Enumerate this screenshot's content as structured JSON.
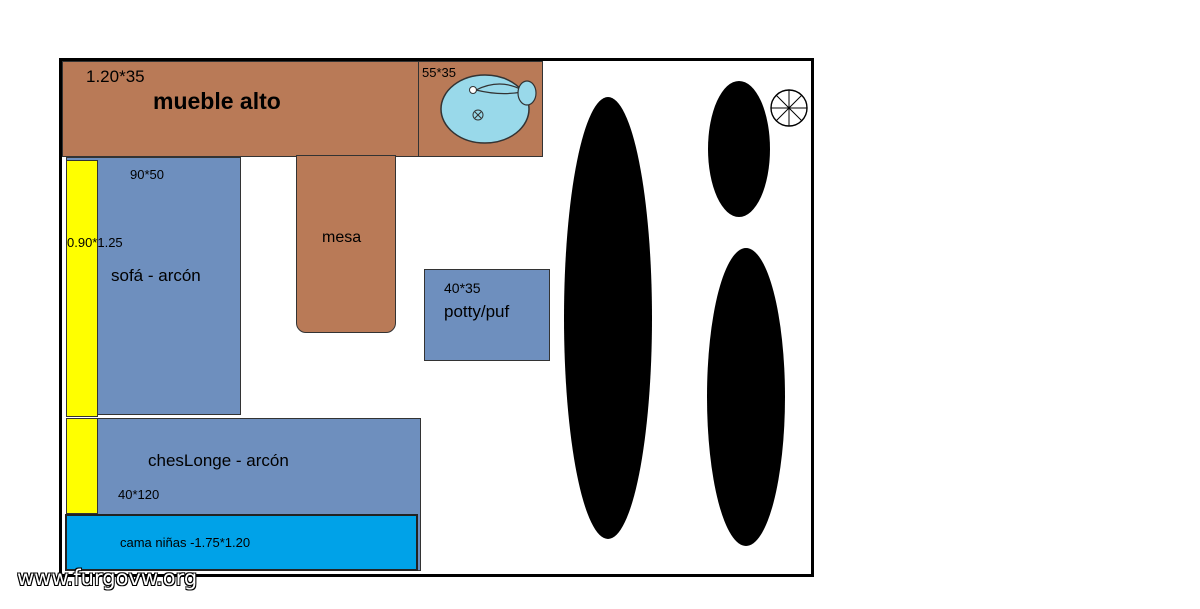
{
  "mueble_alto": {
    "dims": "1.20*35",
    "label": "mueble alto"
  },
  "fregadero": {
    "dims": "55*35"
  },
  "mesa": {
    "label": "mesa"
  },
  "sofa": {
    "dims": "90*50",
    "side_dims": "0.90*1.25",
    "label": "sofá - arcón"
  },
  "potty": {
    "dims": "40*35",
    "label": "potty/puf"
  },
  "cheslonge": {
    "label": "chesLonge - arcón",
    "dims": "40*120"
  },
  "cama": {
    "label": "cama niñas -1.75*1.20"
  },
  "watermark": "www.furgovw.org",
  "colors": {
    "brown": "#b97a57",
    "blue": "#6e8fbe",
    "yellow": "#ffff00",
    "cyan": "#00a2e8",
    "sink": "#99d9ea"
  }
}
